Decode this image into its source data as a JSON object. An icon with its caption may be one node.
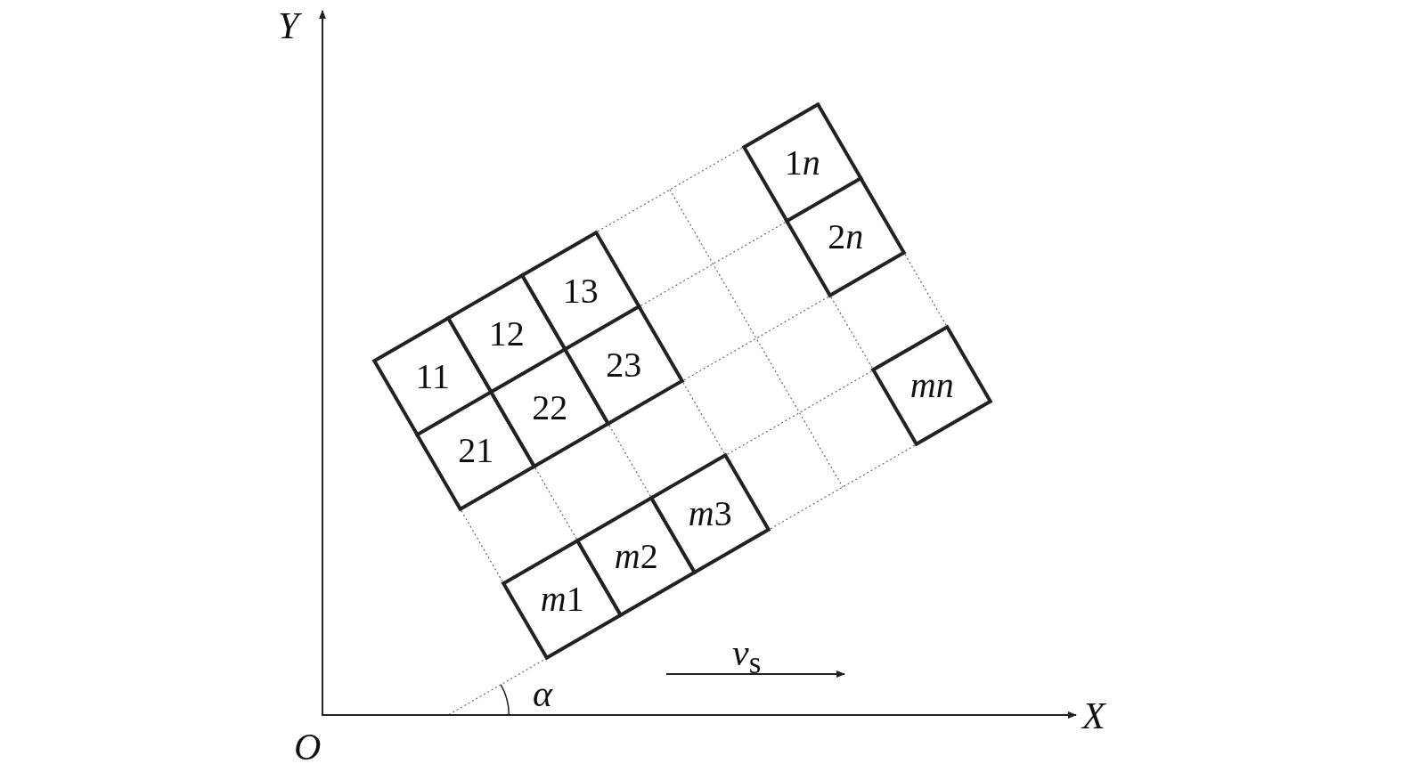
{
  "diagram": {
    "nodes": [
      {
        "text": [
          "11"
        ]
      },
      {
        "text": [
          "12"
        ]
      },
      {
        "text": [
          "13"
        ]
      },
      {
        "text": [
          "1n"
        ]
      },
      {
        "text": [
          "21"
        ]
      },
      {
        "text": [
          "22"
        ]
      },
      {
        "text": [
          "23"
        ]
      },
      {
        "text": [
          "2n"
        ]
      },
      {
        "text": [
          "m1"
        ]
      },
      {
        "text": [
          "m2"
        ]
      },
      {
        "text": [
          "m3"
        ]
      },
      {
        "text": [
          "mn"
        ]
      }
    ],
    "labels": [
      "Y",
      "X",
      "O",
      "α",
      "*v*$_{s}$"
    ]
  }
}
